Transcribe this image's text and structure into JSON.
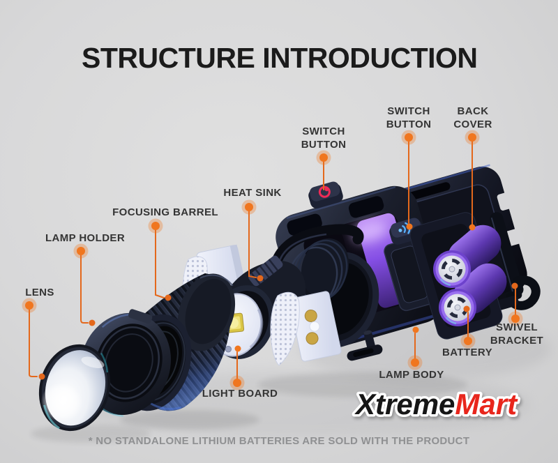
{
  "title": "STRUCTURE INTRODUCTION",
  "footnote": "* NO STANDALONE LITHIUM BATTERIES ARE SOLD WITH THE PRODUCT",
  "logo": {
    "first": "Xtreme",
    "second": "Mart"
  },
  "labels": {
    "lens": "LENS",
    "lamp_holder": "LAMP HOLDER",
    "focusing_barrel": "FOCUSING BARREL",
    "heat_sink": "HEAT SINK",
    "switch_button_left": "SWITCH\nBUTTON",
    "switch_button_right": "SWITCH\nBUTTON",
    "back_cover": "BACK\nCOVER",
    "light_board": "LIGHT BOARD",
    "lamp_body": "LAMP BODY",
    "battery": "BATTERY",
    "swivel_bracket": "SWIVEL\nBRACKET"
  },
  "colors": {
    "accent": "#f0761f",
    "accent_line": "#e4681c",
    "title": "#1b1b1b",
    "label_text": "#343434",
    "footnote_text": "#8f9092",
    "logo_black": "#121212",
    "logo_red": "#e8251f",
    "background": "#d8d8d9",
    "product_dark": "#141722",
    "product_blue_sheen": "#4a74d8",
    "glow_purple": "#8b52f0",
    "battery_purple": "#7c50d8",
    "led_yellow": "#e3cf4a"
  }
}
